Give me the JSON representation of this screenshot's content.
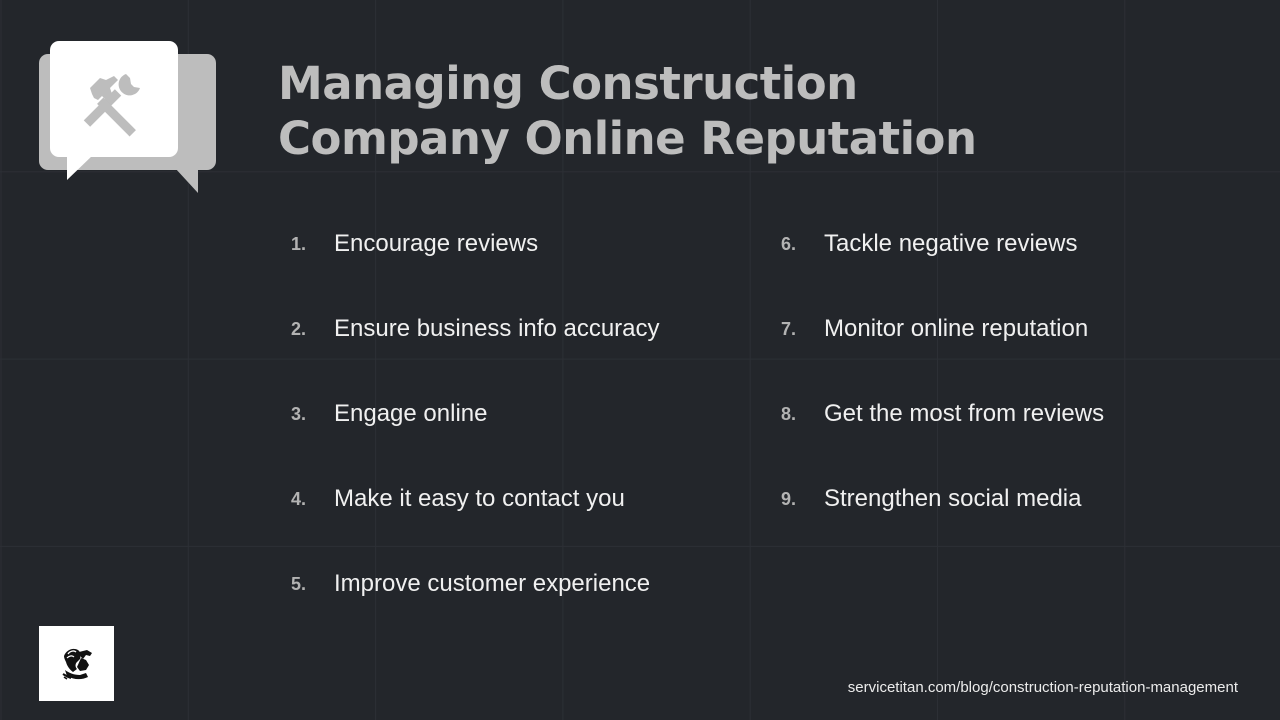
{
  "slide": {
    "title_lines": [
      "Managing Construction",
      "Company Online Reputation"
    ],
    "header_icon": "speech-bubbles-with-hammer-wrench-icon",
    "list_left": [
      {
        "number": "1.",
        "label": "Encourage reviews"
      },
      {
        "number": "2.",
        "label": "Ensure business info accuracy"
      },
      {
        "number": "3.",
        "label": "Engage online"
      },
      {
        "number": "4.",
        "label": "Make it easy to contact you"
      },
      {
        "number": "5.",
        "label": "Improve customer experience"
      }
    ],
    "list_right": [
      {
        "number": "6.",
        "label": "Tackle negative reviews"
      },
      {
        "number": "7.",
        "label": "Monitor online reputation"
      },
      {
        "number": "8.",
        "label": "Get the most from reviews"
      },
      {
        "number": "9.",
        "label": "Strengthen social media"
      }
    ],
    "logo_icon": "titan-figure-logo-icon",
    "footer_url": "servicetitan.com/blog/construction-reputation-management"
  },
  "colors": {
    "background": "#23262b",
    "grid_line": "#2c2f35",
    "title": "#bdbdbd",
    "number": "#b3b3b3",
    "item_text": "#f0f0f0",
    "bubble_front": "#ffffff",
    "bubble_back": "#bdbdbd",
    "tool_icon": "#bdbdbd"
  }
}
